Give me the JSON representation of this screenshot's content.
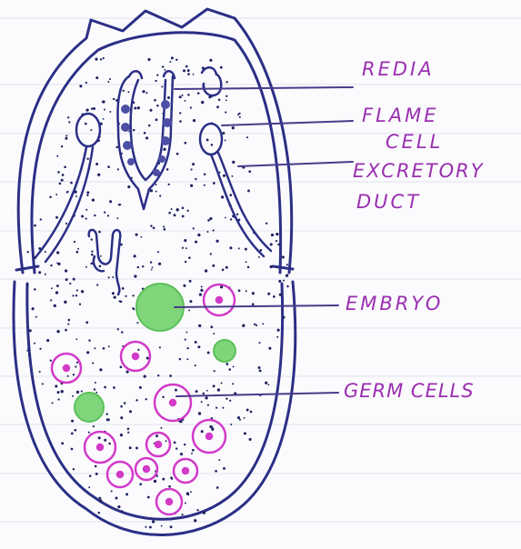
{
  "labels": {
    "redia": "REDIA",
    "flame_cell_1": "FLAME",
    "flame_cell_2": "CELL",
    "excretory_duct_1": "EXCRETORY",
    "excretory_duct_2": "DUCT",
    "embryo": "EMBRYO",
    "germ_cells": "GERM CELLS"
  },
  "colors": {
    "outline": "#2b2f86",
    "label_ink": "#9a2fb0",
    "pointer_line": "#4a3a8a",
    "germ_cell": "#d23ac8",
    "embryo_fill": "#7fd67a",
    "ruled_line": "#cfd3ea"
  }
}
